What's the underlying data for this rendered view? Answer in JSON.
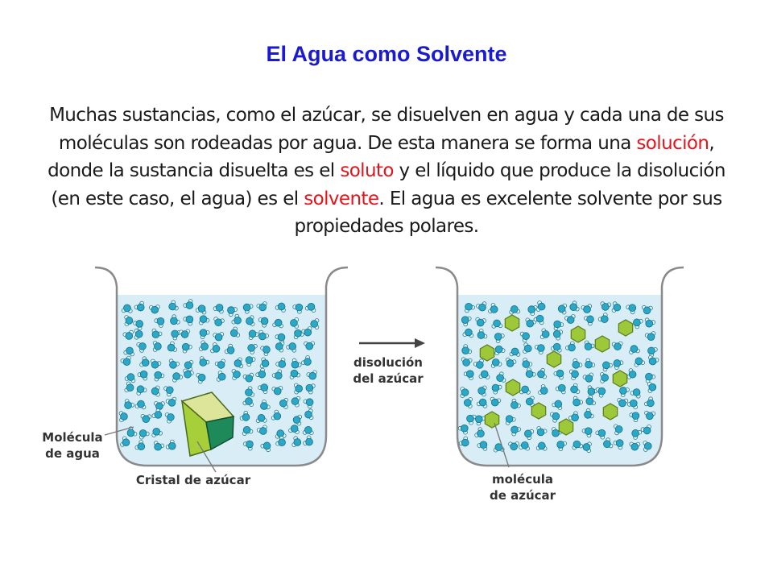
{
  "slide": {
    "title": "El Agua como Solvente",
    "paragraph": [
      {
        "text": "Muchas sustancias, como el azúcar, se disuelven en agua y cada una de sus moléculas son rodeadas por agua. De esta manera se forma una ",
        "highlight": false
      },
      {
        "text": "solución",
        "highlight": true
      },
      {
        "text": ", donde la sustancia disuelta es el ",
        "highlight": false
      },
      {
        "text": "soluto",
        "highlight": true
      },
      {
        "text": " y el líquido que produce la disolución (en este caso, el agua) es el ",
        "highlight": false
      },
      {
        "text": "solvente",
        "highlight": true
      },
      {
        "text": ". El agua es excelente solvente por sus propiedades polares.",
        "highlight": false
      }
    ]
  },
  "diagram": {
    "arrow_label_line1": "disolución",
    "arrow_label_line2": "del azúcar",
    "water_label_line1": "Molécula",
    "water_label_line2": "de agua",
    "crystal_label": "Cristal de azúcar",
    "sugar_label_line1": "molécula",
    "sugar_label_line2": "de azúcar"
  },
  "colors": {
    "title": "#1a1ad0",
    "highlight": "#e5141b",
    "water": "#d9edf7",
    "molecule": "#2aa8c7",
    "sugar": "#9dc83a",
    "crystal_front": "#a6cf3a",
    "crystal_top": "#dde59a",
    "crystal_side": "#1e8a5a"
  }
}
